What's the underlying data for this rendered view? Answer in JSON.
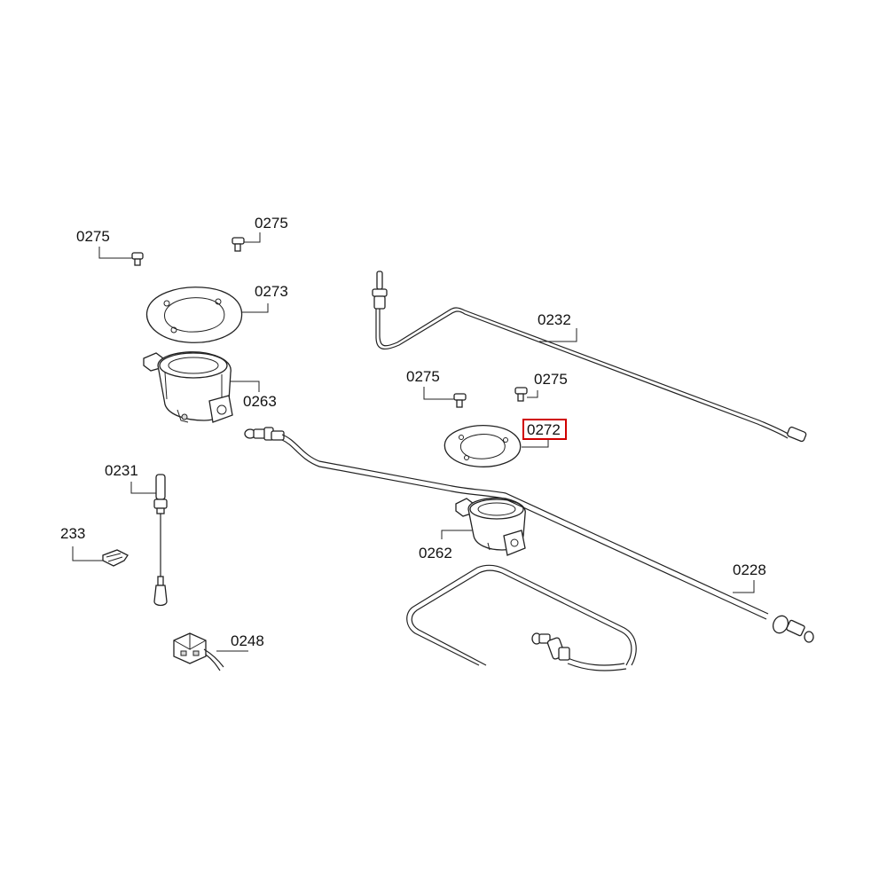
{
  "labels": {
    "screw_a": "0275",
    "screw_b": "0275",
    "gasket_large": "0273",
    "burner_large": "0263",
    "thermocouple_long": "0232",
    "screw_c": "0275",
    "screw_d": "0275",
    "gasket_small": "0272",
    "burner_small": "0262",
    "thermocouple_short": "0231",
    "clip": "233",
    "gas_pipe": "0228",
    "connector": "0248"
  },
  "highlight": {
    "label": "0272",
    "color": "#d00000"
  }
}
